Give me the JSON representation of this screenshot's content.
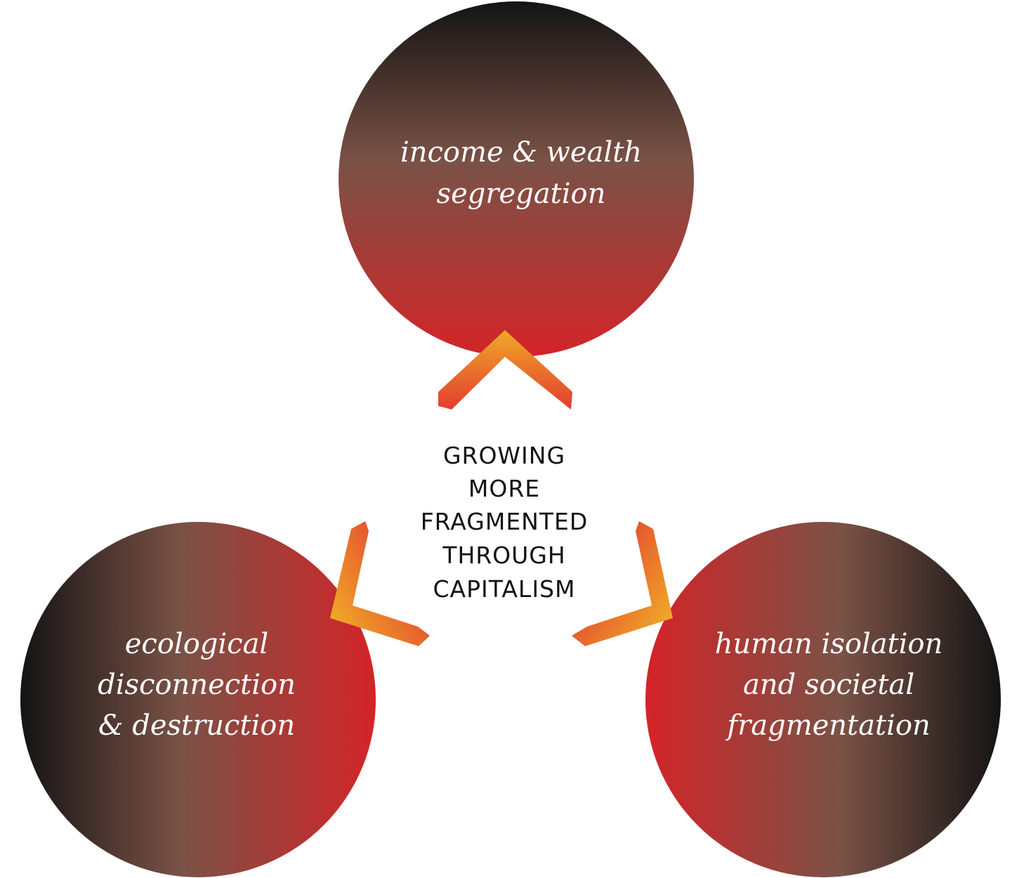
{
  "center": {
    "lines": [
      "GROWING",
      "MORE",
      "FRAGMENTED",
      "THROUGH",
      "CAPITALISM"
    ]
  },
  "nodes": {
    "top": {
      "lines": [
        "income & wealth",
        "segregation"
      ]
    },
    "left": {
      "lines": [
        "ecological",
        "disconnection",
        "& destruction"
      ]
    },
    "right": {
      "lines": [
        "human isolation",
        "and societal",
        "fragmentation"
      ]
    }
  },
  "colors": {
    "dark": "#141414",
    "mid": "#7a5246",
    "red": "#d42428",
    "arrow_tip": "#f0aa28",
    "arrow_base": "#e23c30"
  }
}
